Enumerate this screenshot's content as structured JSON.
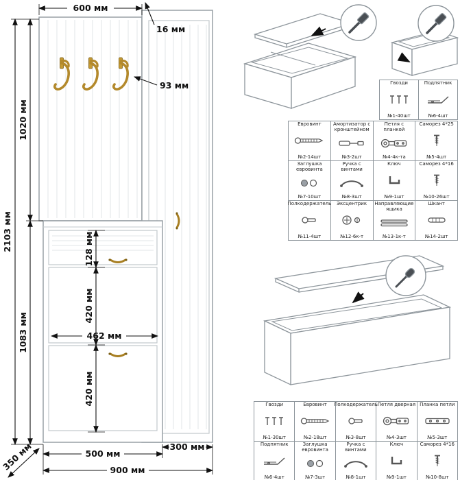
{
  "drawing": {
    "dims": {
      "top_width": "600 мм",
      "panel_thickness": "16 мм",
      "hook_offset": "93 мм",
      "total_height": "2103 мм",
      "upper_height": "1020 мм",
      "lower_height": "1083 мм",
      "drawer_height": "128 мм",
      "flap_upper_height": "420 мм",
      "flap_lower_height": "420 мм",
      "inner_width": "462 мм",
      "cabinet_width": "500 мм",
      "wardrobe_width": "300 мм",
      "total_width": "900 мм",
      "depth": "350 мм"
    }
  },
  "hardware_top_intro": {
    "rows": [
      [
        {
          "label": "Гвозди",
          "qty": "№1-40шт",
          "icon": "nails"
        },
        {
          "label": "Подпятник",
          "qty": "№6-4шт",
          "icon": "glide"
        }
      ]
    ]
  },
  "hardware_top_main": {
    "rows": [
      [
        {
          "label": "Евровинт",
          "qty": "№2-14шт",
          "icon": "euroscrew"
        },
        {
          "label": "Амортизатор с кронштейном",
          "qty": "№3-2шт",
          "icon": "damper"
        },
        {
          "label": "Петля с планкой",
          "qty": "№4-4к-та",
          "icon": "hinge"
        },
        {
          "label": "Саморез 4*25",
          "qty": "№5-4шт",
          "icon": "screw"
        }
      ],
      [
        {
          "label": "Заглушка евровинта",
          "qty": "№7-10шт",
          "icon": "cap"
        },
        {
          "label": "Ручка с винтами",
          "qty": "№8-3шт",
          "icon": "handle"
        },
        {
          "label": "Ключ",
          "qty": "№9-1шт",
          "icon": "key"
        },
        {
          "label": "Саморез 4*16",
          "qty": "№10-26шт",
          "icon": "screw"
        }
      ],
      [
        {
          "label": "Полкодержатель",
          "qty": "№11-4шт",
          "icon": "shelfpin"
        },
        {
          "label": "Эксцентрик",
          "qty": "№12-6к-т",
          "icon": "cam"
        },
        {
          "label": "Направляющие ящика",
          "qty": "№13-1к-т",
          "icon": "rails"
        },
        {
          "label": "Шкант",
          "qty": "№14-2шт",
          "icon": "dowel"
        }
      ]
    ]
  },
  "hardware_bottom": {
    "rows": [
      [
        {
          "label": "Гвозди",
          "qty": "№1-30шт",
          "icon": "nails"
        },
        {
          "label": "Евровинт",
          "qty": "№2-18шт",
          "icon": "euroscrew"
        },
        {
          "label": "Полкодержатель",
          "qty": "№3-8шт",
          "icon": "shelfpin"
        },
        {
          "label": "Петля дверная",
          "qty": "№4-3шт",
          "icon": "hinge"
        },
        {
          "label": "Планка петли",
          "qty": "№5-3шт",
          "icon": "plate"
        }
      ],
      [
        {
          "label": "Подпятник",
          "qty": "№6-4шт",
          "icon": "glide"
        },
        {
          "label": "Заглушка евровинта",
          "qty": "№7-3шт",
          "icon": "cap"
        },
        {
          "label": "Ручка с винтами",
          "qty": "№8-1шт",
          "icon": "handle"
        },
        {
          "label": "Ключ",
          "qty": "№9-1шт",
          "icon": "key"
        },
        {
          "label": "Саморез 4*16",
          "qty": "№10-8шт",
          "icon": "screw"
        }
      ]
    ]
  }
}
